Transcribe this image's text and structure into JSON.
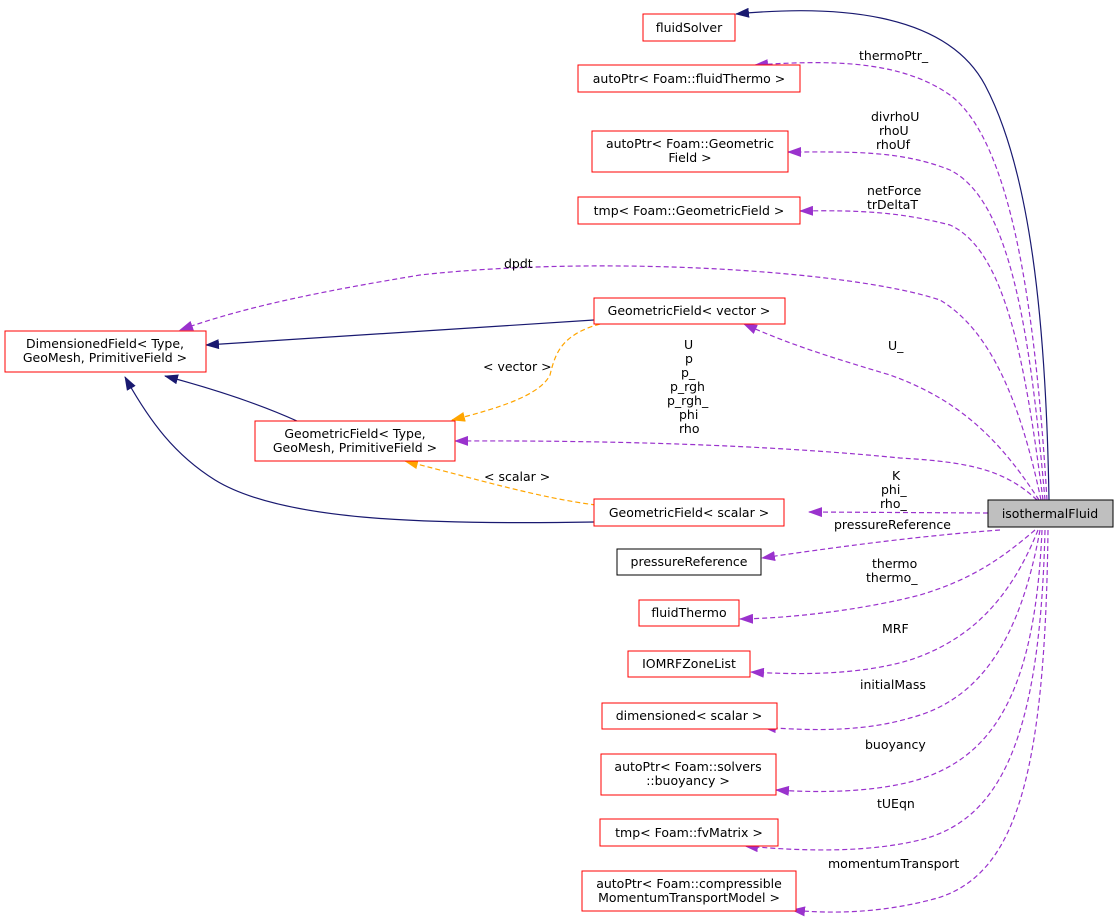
{
  "diagram": {
    "nodes": {
      "fluidSolver": "fluidSolver",
      "autoPtrFluidThermo": "autoPtr< Foam::fluidThermo >",
      "autoPtrGeometric": [
        "autoPtr< Foam::Geometric",
        "Field >"
      ],
      "tmpGeometricField": "tmp< Foam::GeometricField >",
      "dimensionedField": [
        "DimensionedField< Type,",
        "GeoMesh, PrimitiveField >"
      ],
      "geometricFieldVector": "GeometricField< vector >",
      "geometricFieldType": [
        "GeometricField< Type,",
        "GeoMesh, PrimitiveField >"
      ],
      "geometricFieldScalar": "GeometricField< scalar >",
      "pressureReference": "pressureReference",
      "fluidThermo": "fluidThermo",
      "iomrfZoneList": "IOMRFZoneList",
      "dimensionedScalar": "dimensioned< scalar >",
      "autoPtrBuoyancy": [
        "autoPtr< Foam::solvers",
        "::buoyancy >"
      ],
      "tmpFvMatrix": "tmp< Foam::fvMatrix >",
      "autoPtrMomentum": [
        "autoPtr< Foam::compressible",
        "MomentumTransportModel >"
      ],
      "isothermalFluid": "isothermalFluid"
    },
    "edge_labels": {
      "thermoPtr": "thermoPtr_",
      "divrhoU": [
        "divrhoU",
        "rhoU",
        "rhoUf"
      ],
      "netForce": [
        "netForce",
        "trDeltaT"
      ],
      "dpdt": "dpdt",
      "U_": "U_",
      "vectorTmpl": "< vector >",
      "typeMembers": [
        "U",
        "p",
        "p_",
        "p_rgh",
        "p_rgh_",
        "phi",
        "rho"
      ],
      "scalarTmpl": "< scalar >",
      "scalarMembers": [
        "K",
        "phi_",
        "rho_"
      ],
      "pressureReference": "pressureReference",
      "thermo": [
        "thermo",
        "thermo_"
      ],
      "MRF": "MRF",
      "initialMass": "initialMass",
      "buoyancy": "buoyancy",
      "tUEqn": "tUEqn",
      "momentumTransport": "momentumTransport"
    },
    "colors": {
      "inheritance": "#191970",
      "usage": "#9a32cd",
      "template": "#ffa500",
      "node_border": "#ff0000",
      "focus_fill": "#bfbfbf"
    }
  }
}
